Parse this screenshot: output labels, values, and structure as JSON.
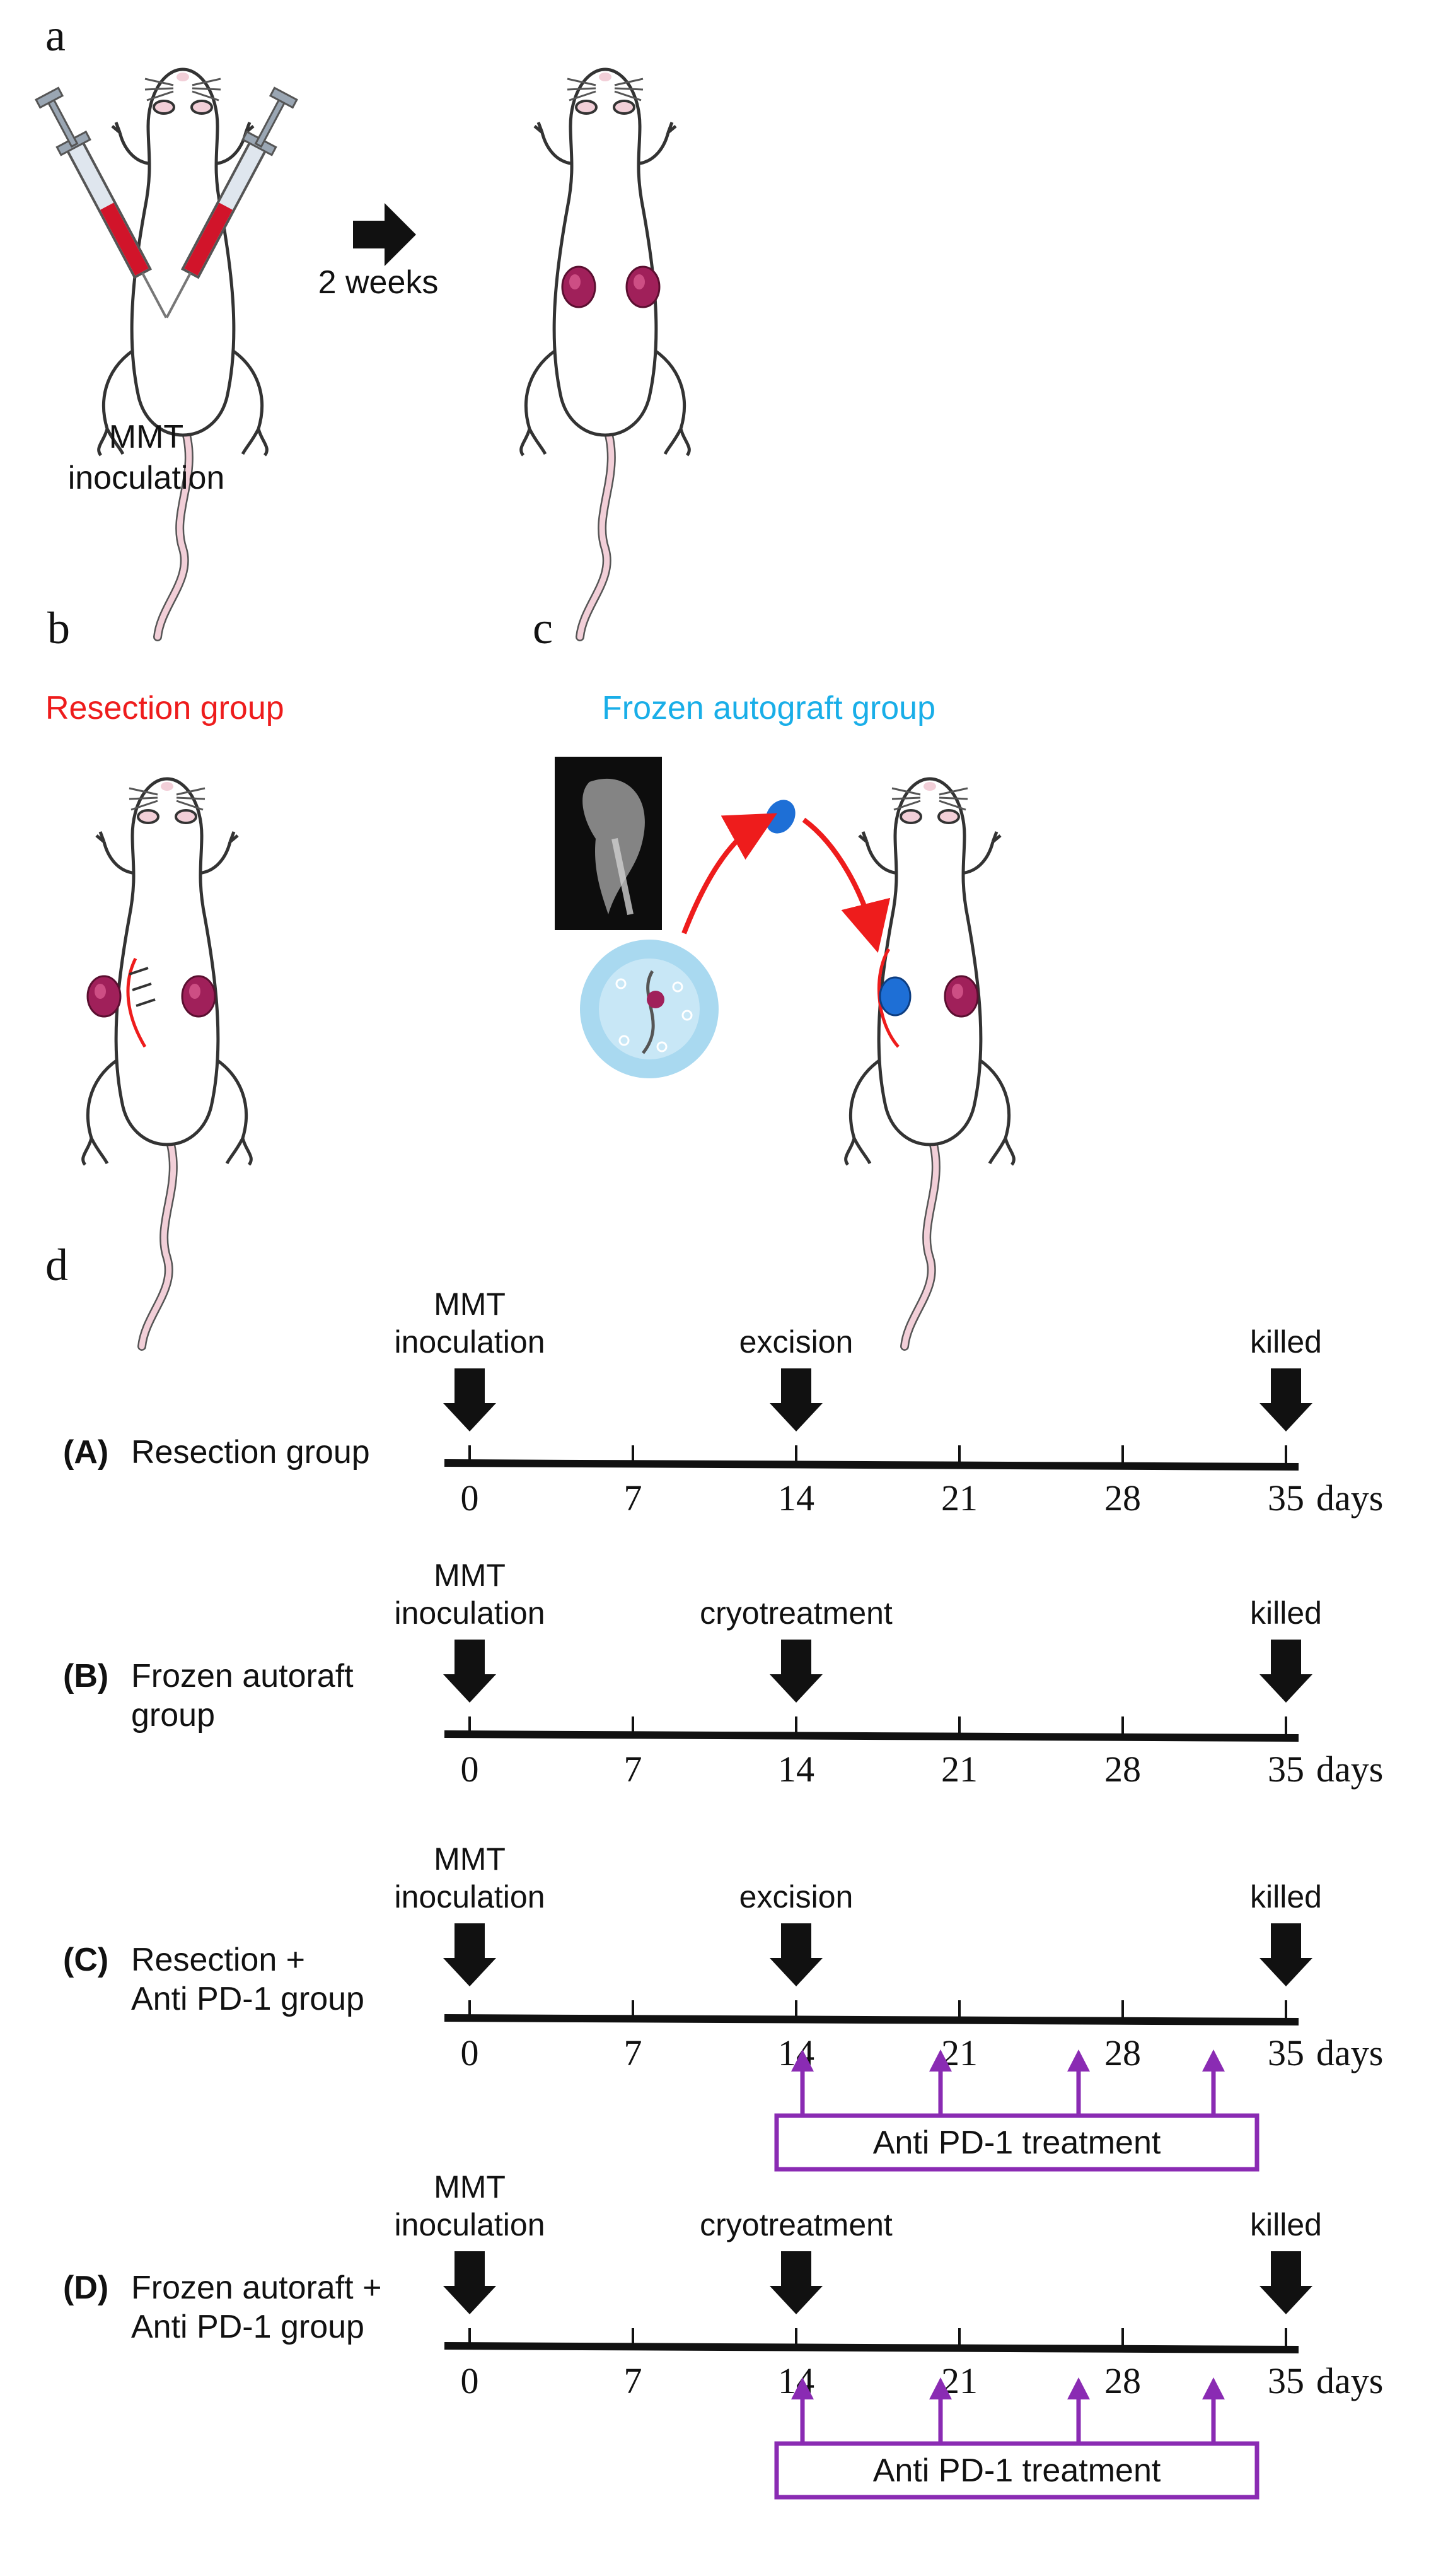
{
  "colors": {
    "red": "#ee1c1c",
    "cyan": "#19aee8",
    "purple": "#8a2bb3",
    "black": "#111111",
    "tumor": "#a0205a",
    "frozen": "#1e6fd6"
  },
  "panel_a": {
    "letter": "a",
    "interval_label": "2 weeks",
    "inoculation_label_1": "MMT",
    "inoculation_label_2": "inoculation"
  },
  "panel_b": {
    "letter": "b",
    "title": "Resection group"
  },
  "panel_c": {
    "letter": "c",
    "title": "Frozen autograft group"
  },
  "panel_d": {
    "letter": "d",
    "unit": "days",
    "ticks": [
      "0",
      "7",
      "14",
      "21",
      "28",
      "35"
    ],
    "treatment_label": "Anti PD-1 treatment",
    "rows": [
      {
        "tag": "(A)",
        "name_line1": "Resection group",
        "name_line2": "",
        "tag_color": "red",
        "event_start_1": "MMT",
        "event_start_2": "inoculation",
        "event_mid": "excision",
        "event_end": "killed",
        "treatment": false
      },
      {
        "tag": "(B)",
        "name_line1": "Frozen autoraft",
        "name_line2": "group",
        "tag_color": "cyan",
        "event_start_1": "MMT",
        "event_start_2": "inoculation",
        "event_mid": "cryotreatment",
        "event_end": "killed",
        "treatment": false
      },
      {
        "tag": "(C)",
        "name_line1": "Resection +",
        "name_line2": "Anti PD-1 group",
        "tag_color": "red",
        "event_start_1": "MMT",
        "event_start_2": "inoculation",
        "event_mid": "excision",
        "event_end": "killed",
        "treatment": true
      },
      {
        "tag": "(D)",
        "name_line1": "Frozen autoraft +",
        "name_line2": "Anti PD-1 group",
        "tag_color": "cyan",
        "event_start_1": "MMT",
        "event_start_2": "inoculation",
        "event_mid": "cryotreatment",
        "event_end": "killed",
        "treatment": true
      }
    ]
  }
}
